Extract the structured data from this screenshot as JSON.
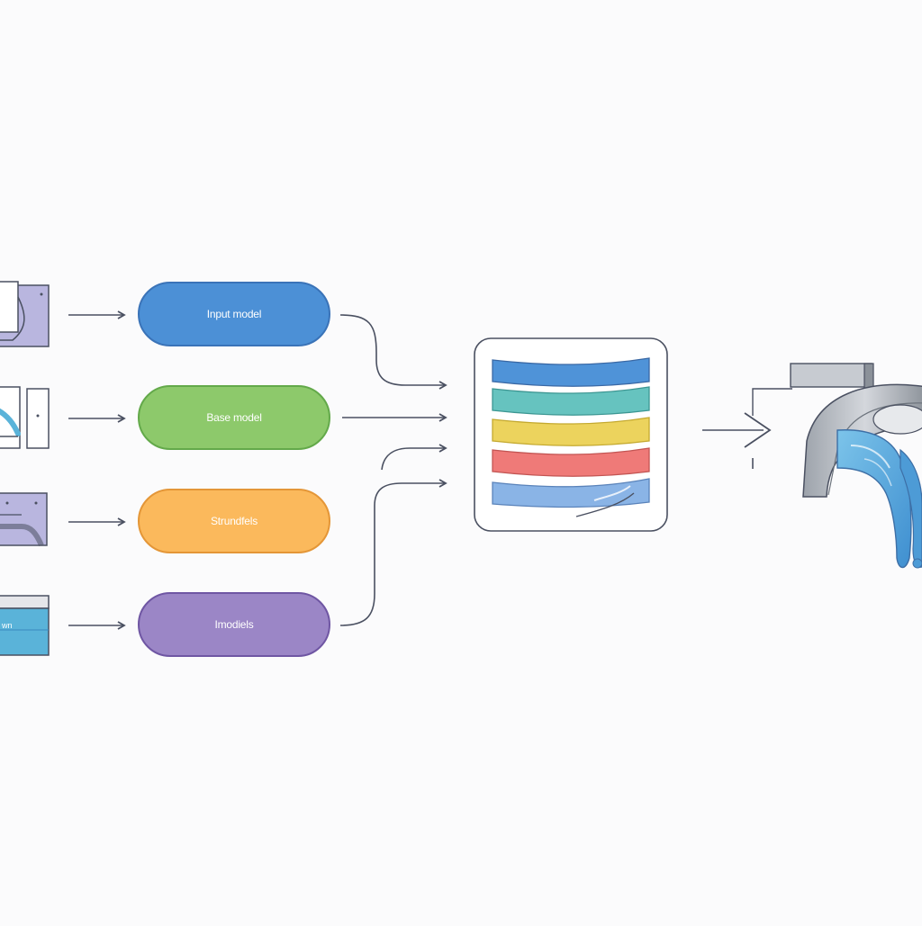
{
  "diagram": {
    "nodes": [
      {
        "label": "Input model",
        "color": "#4c90d6"
      },
      {
        "label": "Base model",
        "color": "#8dc96b"
      },
      {
        "label": "Strundfels",
        "color": "#fbb95c"
      },
      {
        "label": "Imodiels",
        "color": "#9b86c6"
      }
    ],
    "source_icons": [
      "device-icon",
      "faucet-sketch-icon",
      "bent-pipe-icon",
      "water-tank-icon"
    ],
    "stack_layers": [
      {
        "color": "#4f93d8"
      },
      {
        "color": "#66c3bf"
      },
      {
        "color": "#ecd35d"
      },
      {
        "color": "#ef7a78"
      },
      {
        "color": "#8ab4e6"
      }
    ],
    "stroke_color": "#4a5061",
    "output_icon": "pipe-water-icon",
    "source_icon_text": "wn"
  }
}
